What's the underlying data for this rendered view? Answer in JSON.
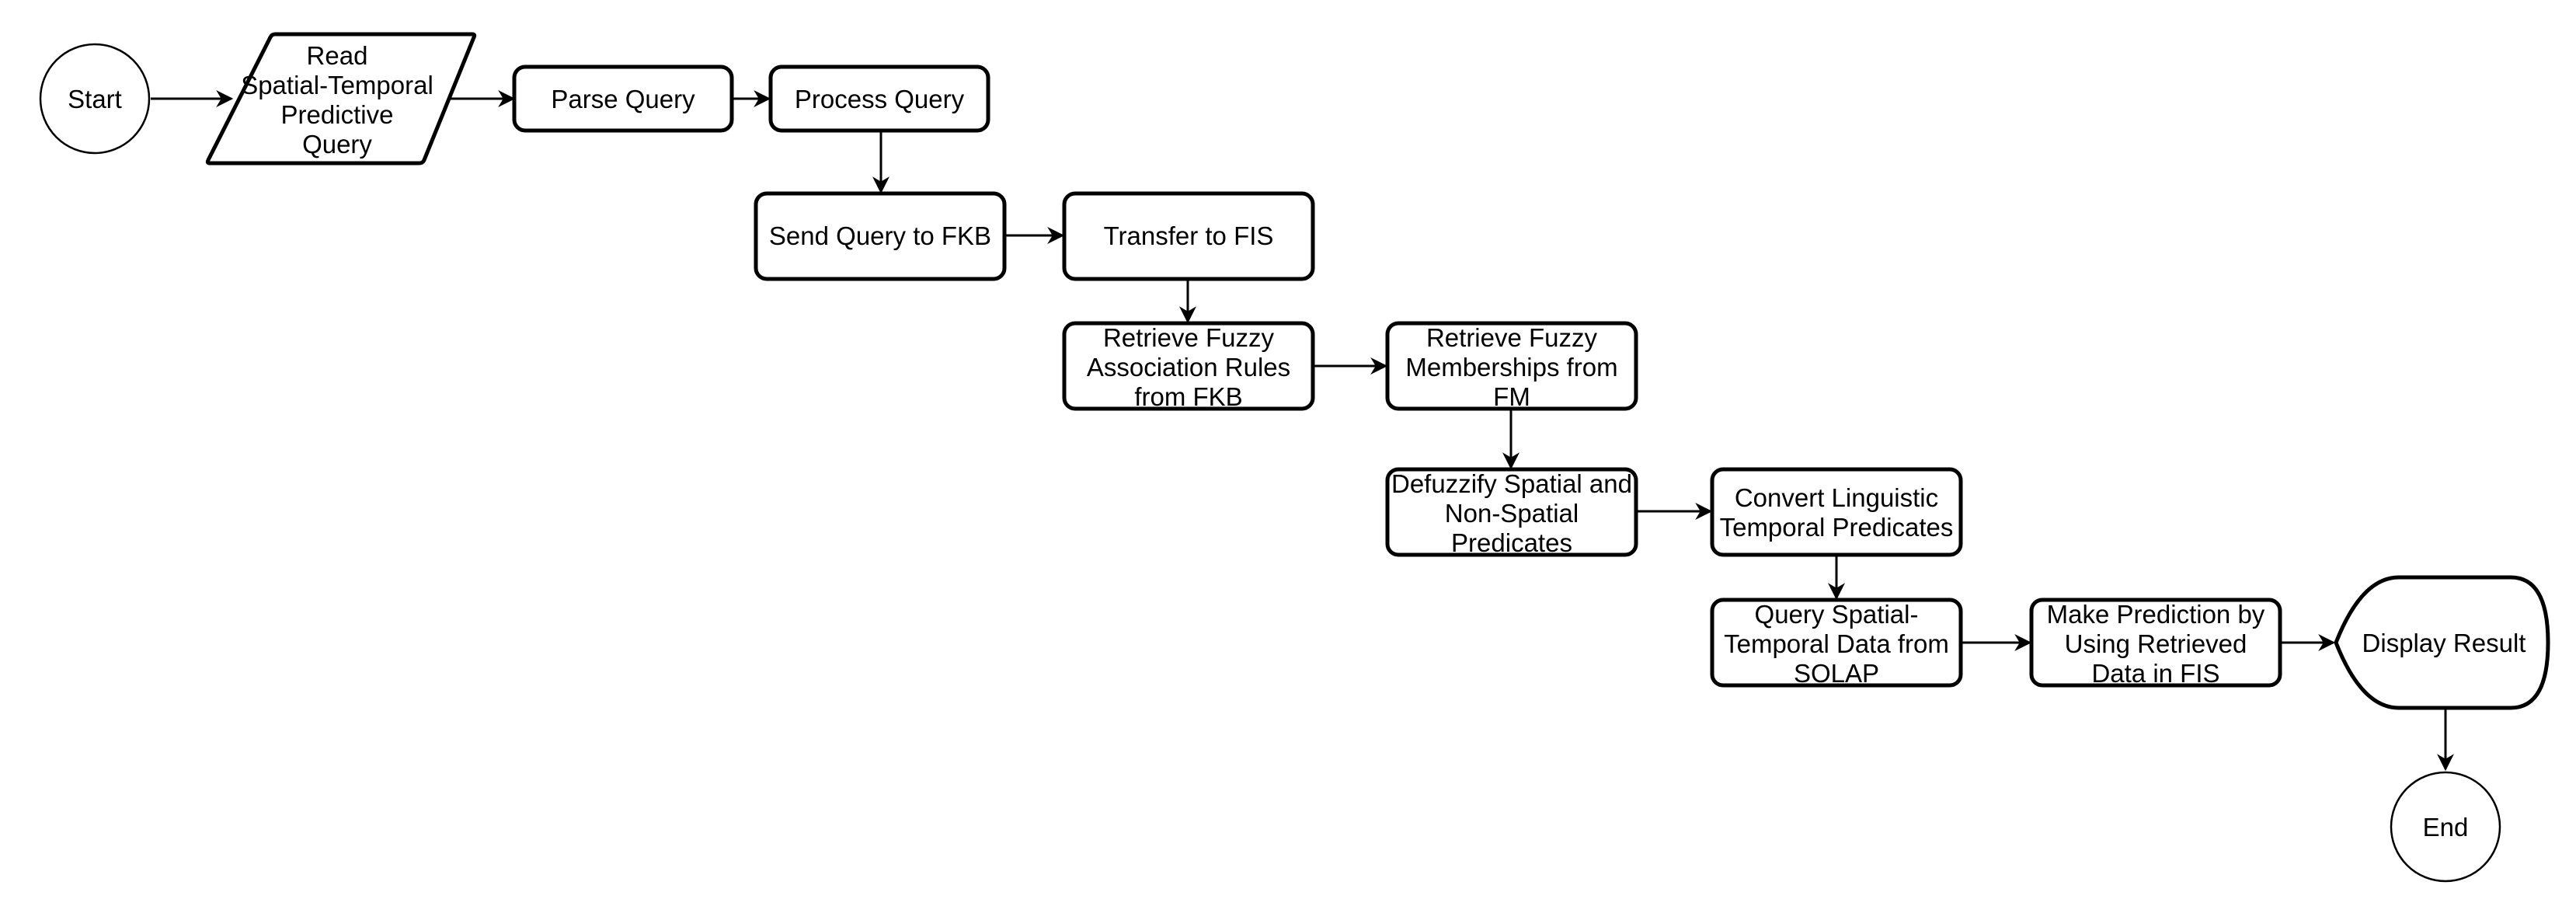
{
  "diagram": {
    "nodes": {
      "start": {
        "lines": [
          "Start"
        ]
      },
      "read": {
        "lines": [
          "Read",
          "Spatial-Temporal",
          "Predictive",
          "Query"
        ]
      },
      "parse": {
        "lines": [
          "Parse Query"
        ]
      },
      "process": {
        "lines": [
          "Process Query"
        ]
      },
      "send": {
        "lines": [
          "Send Query to FKB"
        ]
      },
      "transfer": {
        "lines": [
          "Transfer to FIS"
        ]
      },
      "rules": {
        "lines": [
          "Retrieve Fuzzy",
          "Association Rules",
          "from FKB"
        ]
      },
      "members": {
        "lines": [
          "Retrieve Fuzzy",
          "Memberships from",
          "FM"
        ]
      },
      "defuzz": {
        "lines": [
          "Defuzzify Spatial and",
          "Non-Spatial",
          "Predicates"
        ]
      },
      "convert": {
        "lines": [
          "Convert Linguistic",
          "Temporal Predicates"
        ]
      },
      "solap": {
        "lines": [
          "Query Spatial-",
          "Temporal Data from",
          "SOLAP"
        ]
      },
      "predict": {
        "lines": [
          "Make Prediction by",
          "Using Retrieved",
          "Data in FIS"
        ]
      },
      "display": {
        "lines": [
          "Display Result"
        ]
      },
      "end": {
        "lines": [
          "End"
        ]
      }
    }
  }
}
